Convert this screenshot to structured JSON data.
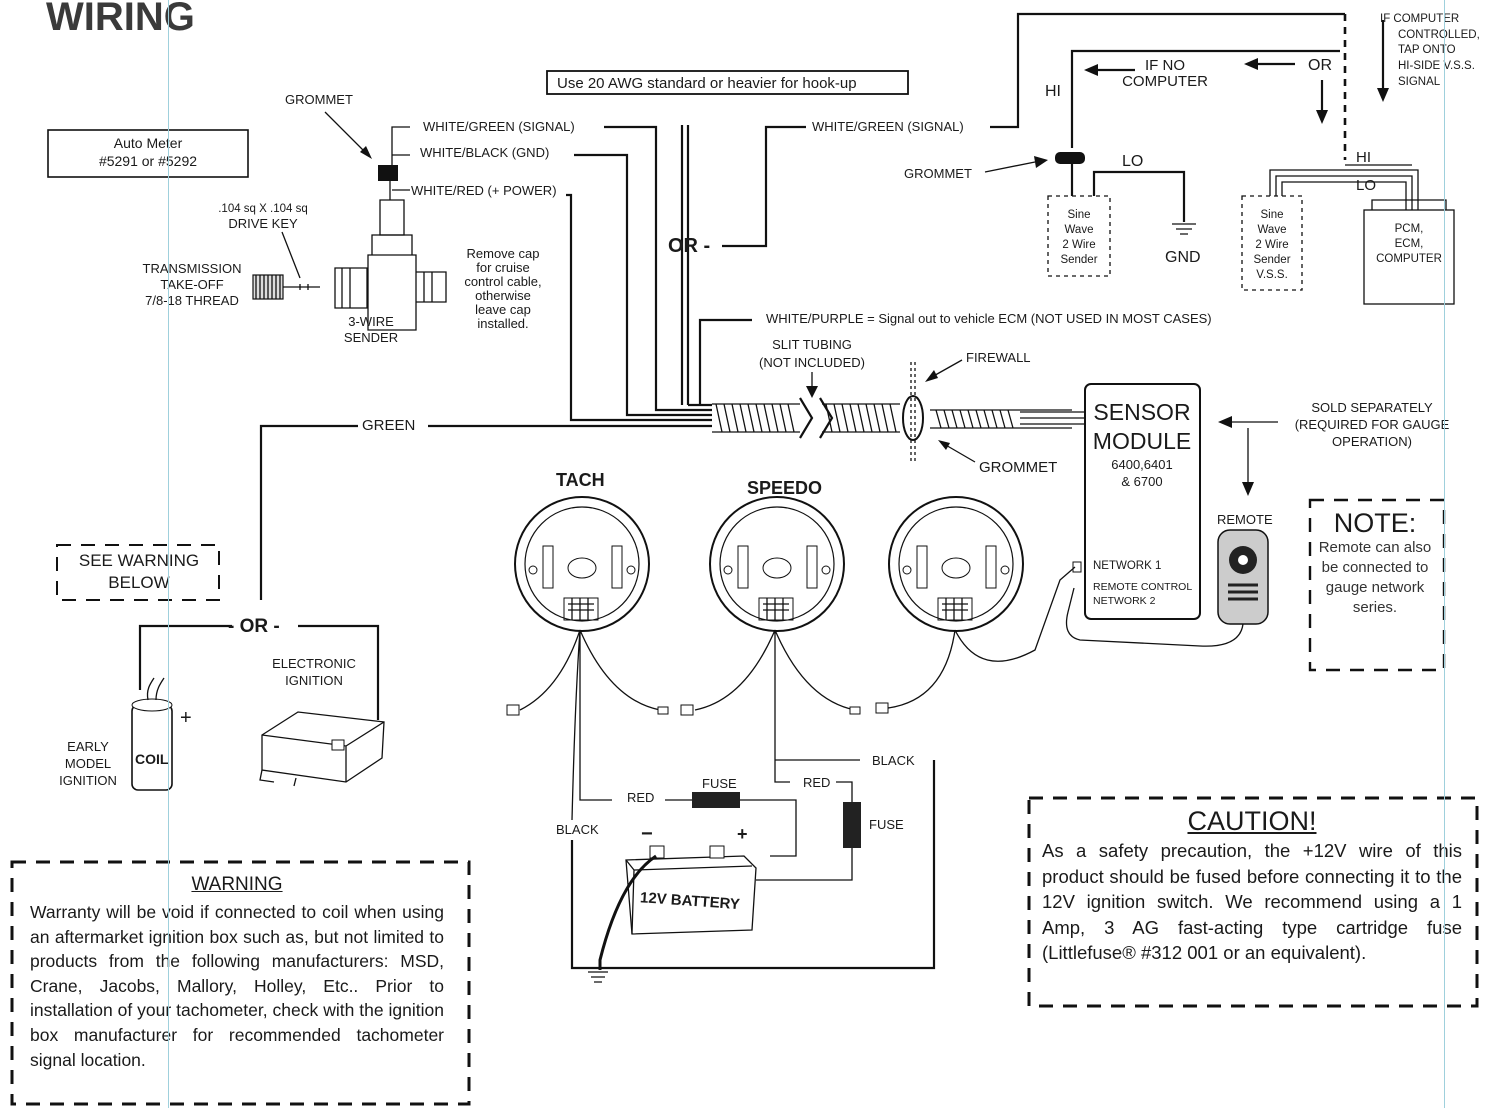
{
  "title": "WIRING",
  "hookup_note": "Use 20 AWG standard or heavier for hook-up",
  "auto_meter": [
    "Auto Meter",
    "#5291 or #5292"
  ],
  "labels": {
    "grommet": "GROMMET",
    "white_green_signal": "WHITE/GREEN (SIGNAL)",
    "white_black_gnd": "WHITE/BLACK (GND)",
    "white_red_power": "WHITE/RED (+ POWER)",
    "drive_key": [
      ".104 sq X .104 sq",
      "DRIVE KEY"
    ],
    "transmission": [
      "TRANSMISSION",
      "TAKE-OFF",
      "7/8-18 THREAD"
    ],
    "three_wire_sender": [
      "3-WIRE",
      "SENDER"
    ],
    "remove_cap": [
      "Remove cap",
      "for cruise",
      "control cable,",
      "otherwise",
      "leave cap",
      "installed."
    ],
    "or": "OR",
    "or_dash": "OR -",
    "or_dashes": "- OR -",
    "if_no_computer": [
      "IF NO",
      "COMPUTER"
    ],
    "if_computer": [
      "IF COMPUTER",
      "CONTROLLED,",
      "TAP ONTO",
      "HI-SIDE V.S.S.",
      "SIGNAL"
    ],
    "hi": "HI",
    "lo": "LO",
    "gnd": "GND",
    "sine_wave_sender": [
      "Sine",
      "Wave",
      "2 Wire",
      "Sender"
    ],
    "sine_wave_vss": [
      "Sine",
      "Wave",
      "2 Wire",
      "Sender",
      "V.S.S."
    ],
    "pcm": [
      "PCM,",
      "ECM,",
      "COMPUTER"
    ],
    "white_purple": "WHITE/PURPLE = Signal out to vehicle ECM (NOT USED IN MOST CASES)",
    "slit_tubing": [
      "SLIT TUBING",
      "(NOT INCLUDED)"
    ],
    "firewall": "FIREWALL",
    "green": "GREEN",
    "sensor_module": [
      "SENSOR",
      "MODULE"
    ],
    "module_models": [
      "6400,6401",
      "& 6700"
    ],
    "network1": "NETWORK 1",
    "remote_control": "REMOTE CONTROL",
    "network2": "NETWORK 2",
    "sold_separately": [
      "SOLD SEPARATELY",
      "(REQUIRED FOR GAUGE",
      "OPERATION)"
    ],
    "remote": "REMOTE",
    "tach": "TACH",
    "speedo": "SPEEDO",
    "see_warning": [
      "SEE WARNING",
      "BELOW"
    ],
    "electronic_ignition": [
      "ELECTRONIC",
      "IGNITION"
    ],
    "early_model": [
      "EARLY",
      "MODEL",
      "IGNITION"
    ],
    "coil": "COIL",
    "plus": "+",
    "minus": "−",
    "black": "BLACK",
    "red": "RED",
    "fuse": "FUSE",
    "battery": "12V BATTERY"
  },
  "note": {
    "title": "NOTE:",
    "body": "Remote can also be connected to gauge network series."
  },
  "warning": {
    "title": "WARNING",
    "body": "Warranty will be void if connected to coil when using an aftermarket ignition box such as, but not limited to products from the following manufacturers: MSD, Crane, Jacobs, Mallory, Holley, Etc..  Prior to installation of your tachometer, check with the ignition box manufacturer for recommended tachometer signal location."
  },
  "caution": {
    "title": "CAUTION!",
    "body": "As a safety precaution, the +12V wire of this product should be fused before connecting it to the 12V ignition switch. We recommend using a 1 Amp, 3 AG fast-acting type cartridge fuse (Littlefuse® #312 001 or an equivalent)."
  }
}
